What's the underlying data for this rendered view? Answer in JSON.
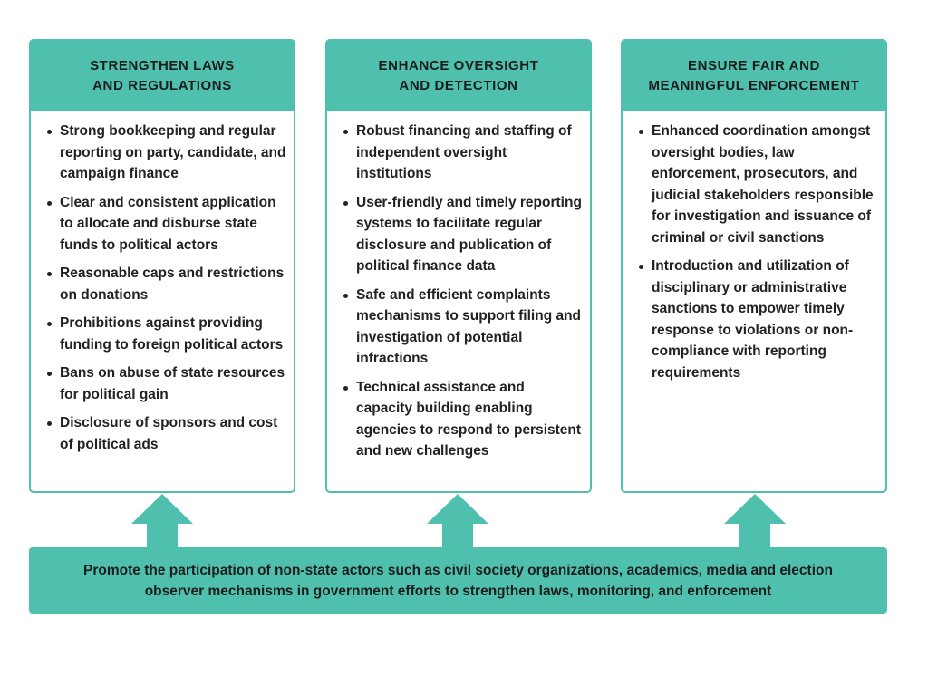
{
  "colors": {
    "accent": "#4fc0ae",
    "text": "#222222",
    "background": "#ffffff"
  },
  "columns": [
    {
      "title_lines": [
        "STRENGTHEN LAWS",
        "AND REGULATIONS"
      ],
      "items": [
        "Strong bookkeeping and regular reporting on party, candidate, and campaign finance",
        "Clear and consistent application to allocate and disburse state funds to political actors",
        "Reasonable caps and restrictions on donations",
        "Prohibitions against providing funding to foreign political actors",
        "Bans on abuse of state resources for political gain",
        "Disclosure of sponsors and cost of political ads"
      ]
    },
    {
      "title_lines": [
        "ENHANCE OVERSIGHT",
        "AND DETECTION"
      ],
      "items": [
        "Robust financing and staffing of independent oversight institutions",
        "User-friendly and timely reporting systems to facilitate regular disclosure and publication of political finance data",
        "Safe and efficient complaints mechanisms to support filing and investigation of potential infractions",
        "Technical assistance and capacity building enabling agencies to respond to persistent and new challenges"
      ]
    },
    {
      "title_lines": [
        "ENSURE FAIR AND",
        "MEANINGFUL ENFORCEMENT"
      ],
      "items": [
        "Enhanced coordination amongst oversight bodies, law enforcement, prosecutors, and judicial stakeholders responsible for investigation and issuance of criminal or civil sanctions",
        "Introduction and utilization of disciplinary or administrative sanctions to empower timely response to violations or non-compliance with reporting requirements"
      ]
    }
  ],
  "footer": {
    "lines": [
      "Promote the participation of non-state actors such as civil society organizations, academics, media and election",
      "observer mechanisms in government efforts to strengthen laws, monitoring, and enforcement"
    ]
  }
}
